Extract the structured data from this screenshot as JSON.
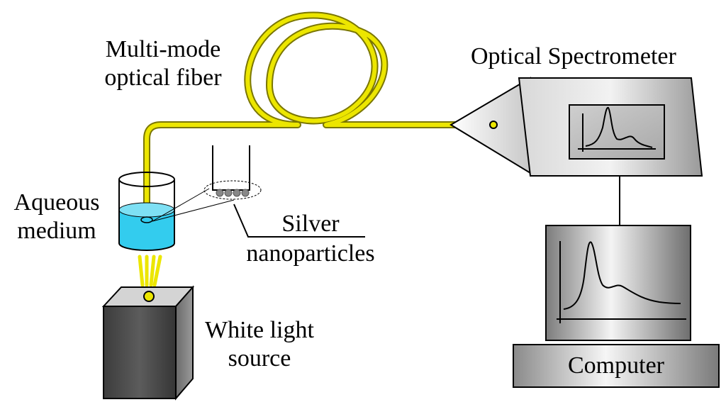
{
  "labels": {
    "fiber_line1": "Multi-mode",
    "fiber_line2": "optical fiber",
    "spectrometer": "Optical Spectrometer",
    "aqueous_line1": "Aqueous",
    "aqueous_line2": "medium",
    "silver_line1": "Silver",
    "silver_line2": "nanoparticles",
    "light_line1": "White light",
    "light_line2": "source",
    "computer": "Computer"
  },
  "colors": {
    "fiber": "#e6e000",
    "fiber_edge": "#8a8600",
    "liquid": "#33ccee",
    "box_dark": "#4a4a4a",
    "panel_gray": "#b8b8b8"
  }
}
